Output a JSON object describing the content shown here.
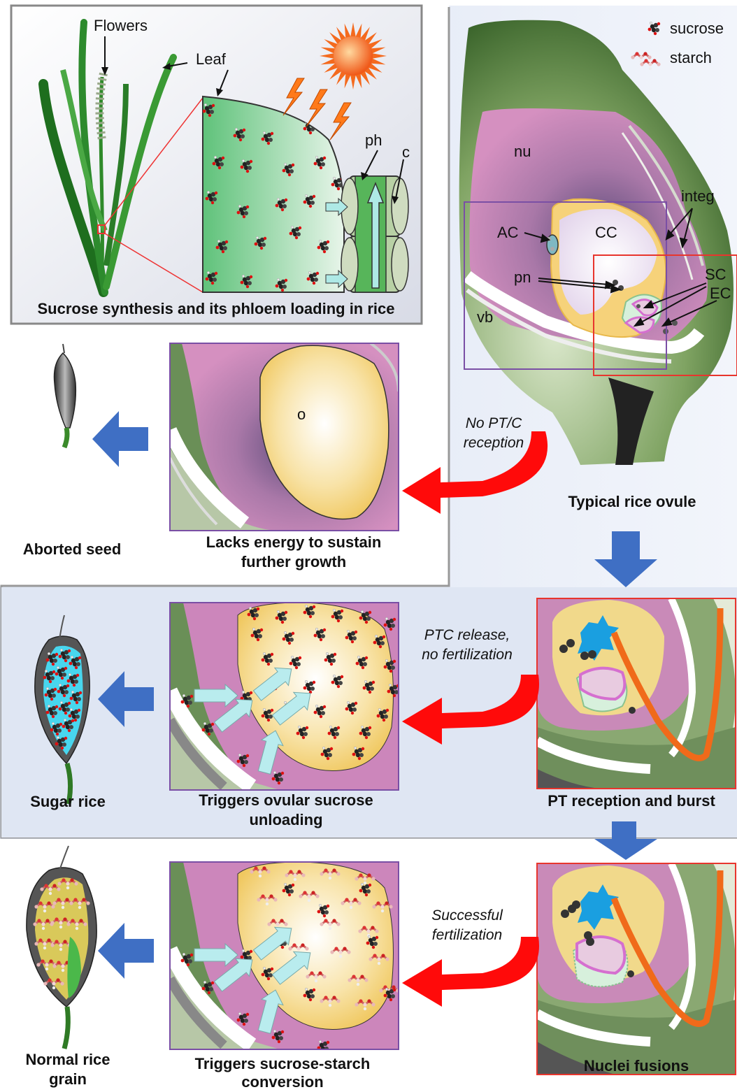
{
  "legend": {
    "sucrose_label": "sucrose",
    "starch_label": "starch"
  },
  "leaf_panel": {
    "flowers": "Flowers",
    "leaf": "Leaf",
    "ph": "ph",
    "c": "c",
    "caption": "Sucrose synthesis and its phloem loading in rice"
  },
  "ovule": {
    "nu": "nu",
    "integ": "integ",
    "ac": "AC",
    "cc": "CC",
    "pn": "pn",
    "sc": "SC",
    "ec": "EC",
    "vb": "vb",
    "caption": "Typical rice ovule"
  },
  "row_aborted": {
    "o": "o",
    "arrow_text_1": "No PT/C",
    "arrow_text_2": "reception",
    "middle_caption_1": "Lacks energy to sustain",
    "middle_caption_2": "further growth",
    "left_caption": "Aborted seed"
  },
  "row_sugar": {
    "arrow_text_1": "PTC release,",
    "arrow_text_2": "no fertilization",
    "middle_caption_1": "Triggers ovular sucrose",
    "middle_caption_2": "unloading",
    "left_caption": "Sugar rice",
    "right_caption": "PT reception and burst"
  },
  "row_normal": {
    "arrow_text_1": "Successful",
    "arrow_text_2": "fertilization",
    "middle_caption_1": "Triggers sucrose-starch",
    "middle_caption_2": "conversion",
    "left_caption_1": "Normal rice",
    "left_caption_2": "grain",
    "right_caption": "Nuclei fusions"
  },
  "colors": {
    "frame_purple": "#7a4fa5",
    "frame_red": "#e8352d",
    "arrow_blue": "#3f6fc4",
    "arrow_red": "#ff0a0a",
    "ovule_green": "#3d6b2c",
    "nucellus_pink": "#c97ab0",
    "sac_yellow": "#f2c95a",
    "pollen_tube_orange": "#f06a1a",
    "synergid_blue": "#1a9fe0"
  }
}
